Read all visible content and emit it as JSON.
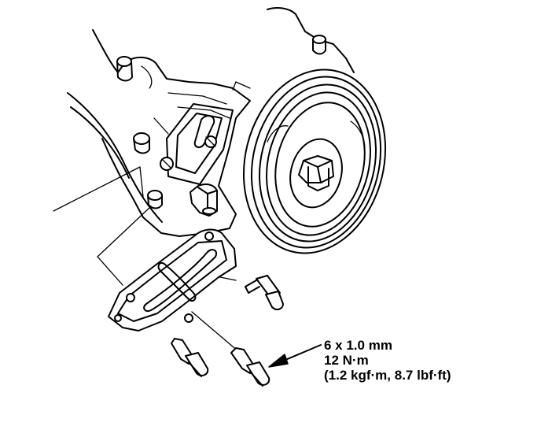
{
  "callout": {
    "bolt_size": "6 x 1.0 mm",
    "torque_metric": "12 N·m",
    "torque_alt": "(1.2 kgf·m, 8.7 lbf·ft)"
  }
}
